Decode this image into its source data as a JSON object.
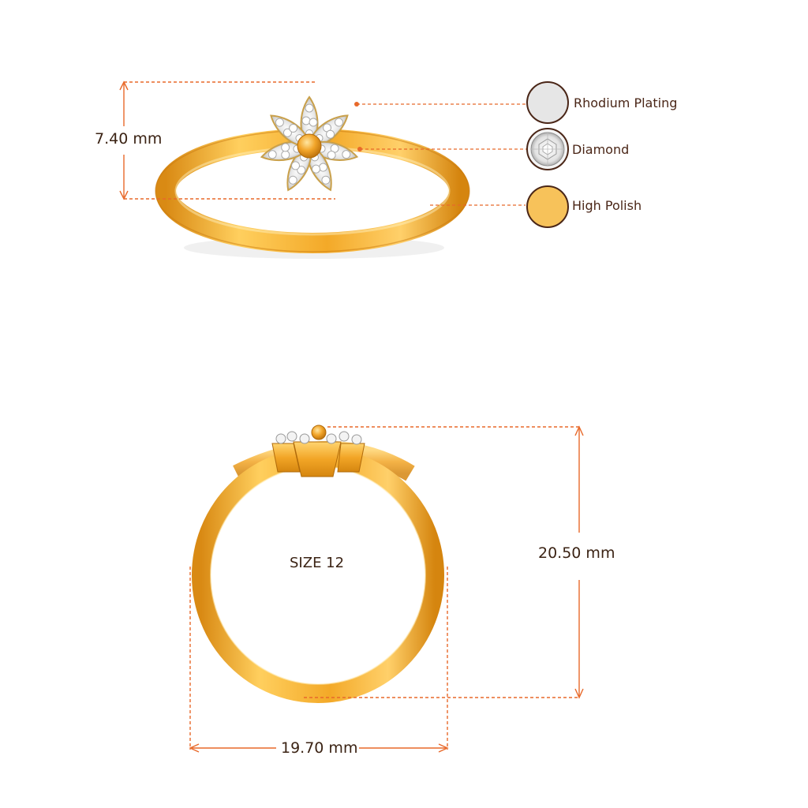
{
  "dimensions": {
    "top_height": "7.40 mm",
    "side_height": "20.50 mm",
    "width": "19.70 mm"
  },
  "size_label": "SIZE 12",
  "legend": [
    {
      "label": "Rhodium Plating",
      "swatch_color": "#e6e6e6",
      "icon": "rhodium-swatch-icon"
    },
    {
      "label": "Diamond",
      "swatch_color": "#f4f4f4",
      "icon": "diamond-swatch-icon"
    },
    {
      "label": "High Polish",
      "swatch_color": "#f7c25a",
      "icon": "polish-swatch-icon"
    }
  ],
  "colors": {
    "gold": "#f0a62a",
    "gold_light": "#ffd36a",
    "gold_dark": "#c97a10",
    "dimension_line": "#e8692a",
    "swatch_border": "#4a2617"
  }
}
